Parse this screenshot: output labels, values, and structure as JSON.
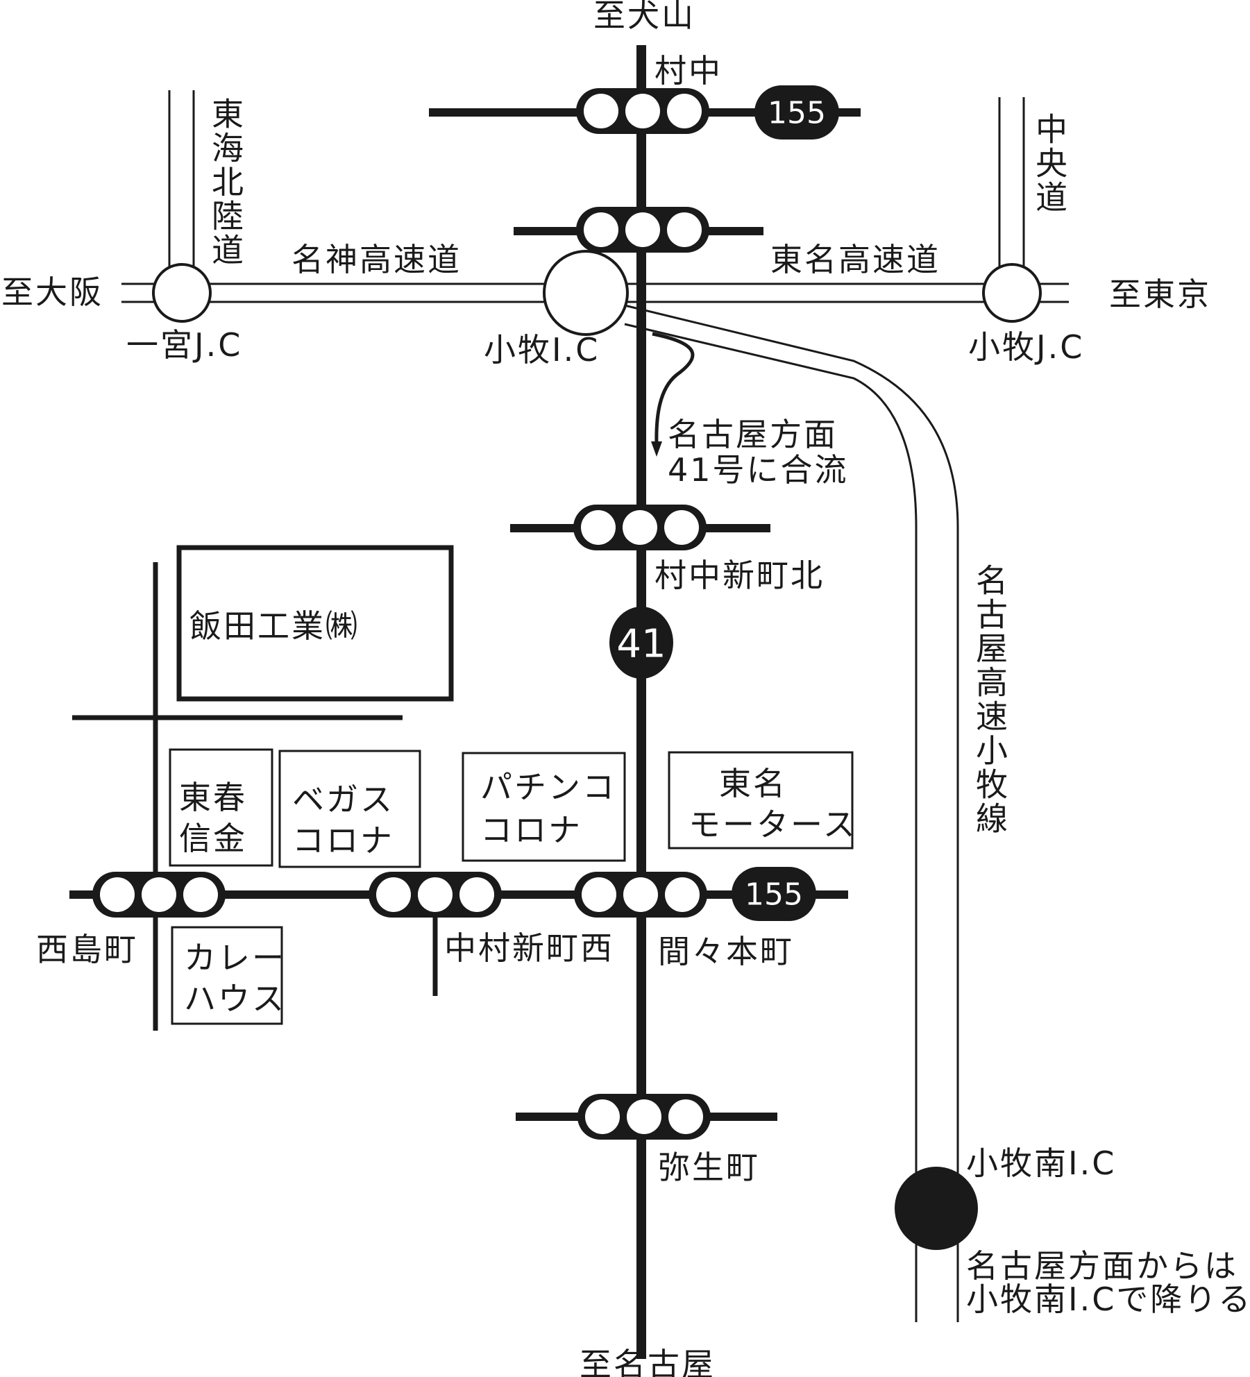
{
  "colors": {
    "ink": "#1a1a1a",
    "paper": "#ffffff"
  },
  "destinations": {
    "north": "至犬山",
    "south": "至名古屋",
    "west": "至大阪",
    "east": "至東京"
  },
  "expressways": {
    "meishin": "名神高速道",
    "tomei": "東名高速道",
    "tokai_hokuriku": "東海北陸道",
    "chuo": "中央道",
    "nagoya_komaki": "名古屋高速小牧線"
  },
  "interchanges": {
    "ichinomiya_jc": "一宮J.C",
    "komaki_ic": "小牧I.C",
    "komaki_jc": "小牧J.C",
    "komaki_minami_ic": "小牧南I.C"
  },
  "routes": {
    "r155_north": "155",
    "r155_south": "155",
    "r41": "41"
  },
  "intersections": {
    "muranaka": "村中",
    "muranaka_shinmachi_kita": "村中新町北",
    "nishijima": "西島町",
    "nakamura_shinmachi_nishi": "中村新町西",
    "mamamotomachi": "間々本町",
    "yayoicho": "弥生町"
  },
  "notes": {
    "merge_line1": "名古屋方面",
    "merge_line2": "41号に合流",
    "from_nagoya_line1": "名古屋方面からは",
    "from_nagoya_line2": "小牧南I.Cで降りる"
  },
  "landmarks": {
    "company": "飯田工業㈱",
    "toshun_line1": "東春",
    "toshun_line2": "信金",
    "vegas_line1": "ベガス",
    "vegas_line2": "コロナ",
    "pachinko_line1": "パチンコ",
    "pachinko_line2": "コロナ",
    "tomei_motors_line1": "東名",
    "tomei_motors_line2": "モータース",
    "curry_line1": "カレー",
    "curry_line2": "ハウス"
  }
}
